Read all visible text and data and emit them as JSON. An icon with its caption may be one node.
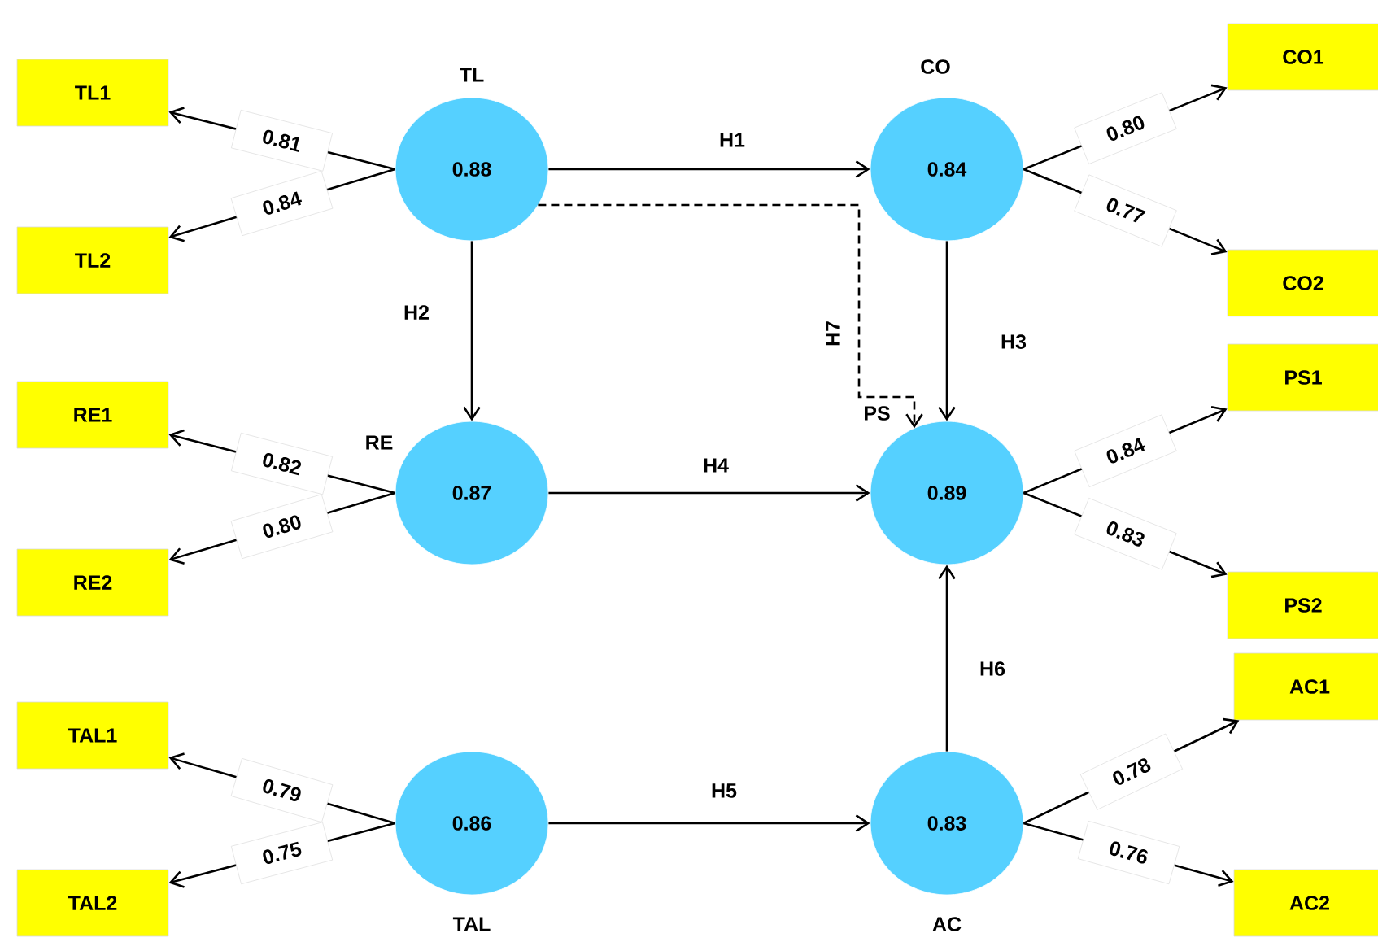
{
  "diagram": {
    "nodes": [
      {
        "text": [
          "TL1"
        ]
      },
      {
        "text": [
          "0.88"
        ],
        "beside": [
          "TL"
        ]
      },
      {
        "text": [
          "0.84"
        ],
        "beside": [
          "CO"
        ]
      },
      {
        "text": [
          "CO1"
        ]
      },
      {
        "text": [
          "TL2"
        ]
      },
      {
        "text": [
          "CO2"
        ]
      },
      {
        "text": [
          "RE1"
        ]
      },
      {
        "text": [
          "0.87"
        ],
        "beside": [
          "RE"
        ]
      },
      {
        "text": [
          "0.89"
        ],
        "beside": [
          "PS"
        ]
      },
      {
        "text": [
          "PS1"
        ]
      },
      {
        "text": [
          "RE2"
        ]
      },
      {
        "text": [
          "PS2"
        ]
      },
      {
        "text": [
          "TAL1"
        ]
      },
      {
        "text": [
          "0.86"
        ],
        "beside": [
          "TAL"
        ]
      },
      {
        "text": [
          "0.83"
        ],
        "beside": [
          "AC"
        ]
      },
      {
        "text": [
          "AC1"
        ]
      },
      {
        "text": [
          "TAL2"
        ]
      },
      {
        "text": [
          "AC2"
        ]
      }
    ],
    "edges": [
      {
        "from": 1,
        "to": 0,
        "arrow": "to",
        "label": "0.81"
      },
      {
        "from": 1,
        "to": 4,
        "arrow": "to",
        "label": "0.84"
      },
      {
        "from": 2,
        "to": 3,
        "arrow": "to",
        "label": "0.80"
      },
      {
        "from": 2,
        "to": 5,
        "arrow": "to",
        "label": "0.77"
      },
      {
        "from": 7,
        "to": 6,
        "arrow": "to",
        "label": "0.82"
      },
      {
        "from": 7,
        "to": 10,
        "arrow": "to",
        "label": "0.80"
      },
      {
        "from": 8,
        "to": 9,
        "arrow": "to",
        "label": "0.84"
      },
      {
        "from": 8,
        "to": 11,
        "arrow": "to",
        "label": "0.83"
      },
      {
        "from": 13,
        "to": 12,
        "arrow": "to",
        "label": "0.79"
      },
      {
        "from": 13,
        "to": 16,
        "arrow": "to",
        "label": "0.75"
      },
      {
        "from": 14,
        "to": 15,
        "arrow": "to",
        "label": "0.78"
      },
      {
        "from": 14,
        "to": 17,
        "arrow": "to",
        "label": "0.76"
      },
      {
        "from": 1,
        "to": 2,
        "arrow": "to",
        "label": "H1"
      },
      {
        "from": 1,
        "to": 7,
        "arrow": "to",
        "label": "H2"
      },
      {
        "from": 2,
        "to": 8,
        "arrow": "to",
        "label": "H3"
      },
      {
        "from": 7,
        "to": 8,
        "arrow": "to",
        "label": "H4"
      },
      {
        "from": 13,
        "to": 14,
        "arrow": "to",
        "label": "H5"
      },
      {
        "from": 14,
        "to": 8,
        "arrow": "to",
        "label": "H6"
      },
      {
        "from": 1,
        "to": 8,
        "arrow": "to",
        "label": "H7",
        "style": "dashed"
      }
    ]
  }
}
